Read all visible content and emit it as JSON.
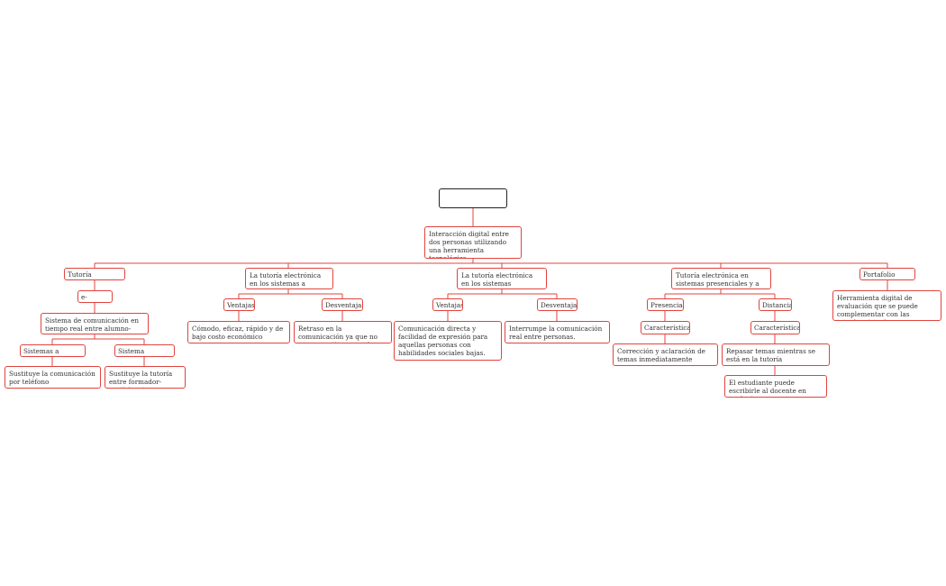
{
  "root": {
    "text": ""
  },
  "intro": "Interacción digital entre dos personas utilizando una herramienta tecnológica.",
  "b1": {
    "title": "Tutoría electrónica",
    "child": "e-tutoring",
    "desc": "Sistema de comunicación en tiempo real entre alumno-docente.",
    "left": "Sistemas a distancia",
    "left_desc": "Sustituye la comunicación por teléfono",
    "right": "Sistema presencial",
    "right_desc": "Sustituye la tutoría entre formador-participante"
  },
  "b2": {
    "title": "La tutoría electrónica en los sistemas a distancia",
    "adv": "Ventajas",
    "adv_desc": "Cómodo, eficaz, rápido y de bajo costo económico",
    "dis": "Desventajas",
    "dis_desc": "Retraso en la comunicación ya que no ocurre en tiempo real"
  },
  "b3": {
    "title": "La tutoría electrónica en los sistemas presenciales",
    "adv": "Ventajas",
    "adv_desc": "Comunicación directa y facilidad de expresión para aquellas personas con habilidades sociales bajas.",
    "dis": "Desventajas",
    "dis_desc": "Interrumpe la comunicación real entre personas."
  },
  "b4": {
    "title": "Tutoría electrónica en sistemas presenciales y a distancia",
    "pres": "Presencial",
    "pres_char": "Características",
    "pres_desc": "Corrección y aclaración de temas inmediatamente",
    "dist": "Distancia",
    "dist_char": "Características",
    "dist_desc": "Repasar temas mientras se está en la tutoría",
    "dist_desc2": "El estudiante puede escribirle al docente en cualquier momento"
  },
  "b5": {
    "title": "Portafolio digital",
    "desc": "Herramienta digital de evaluación que se puede complementar con las tutorías virtuales"
  },
  "colors": {
    "line": "#e0443e",
    "root_border": "#222222",
    "text": "#333333"
  }
}
